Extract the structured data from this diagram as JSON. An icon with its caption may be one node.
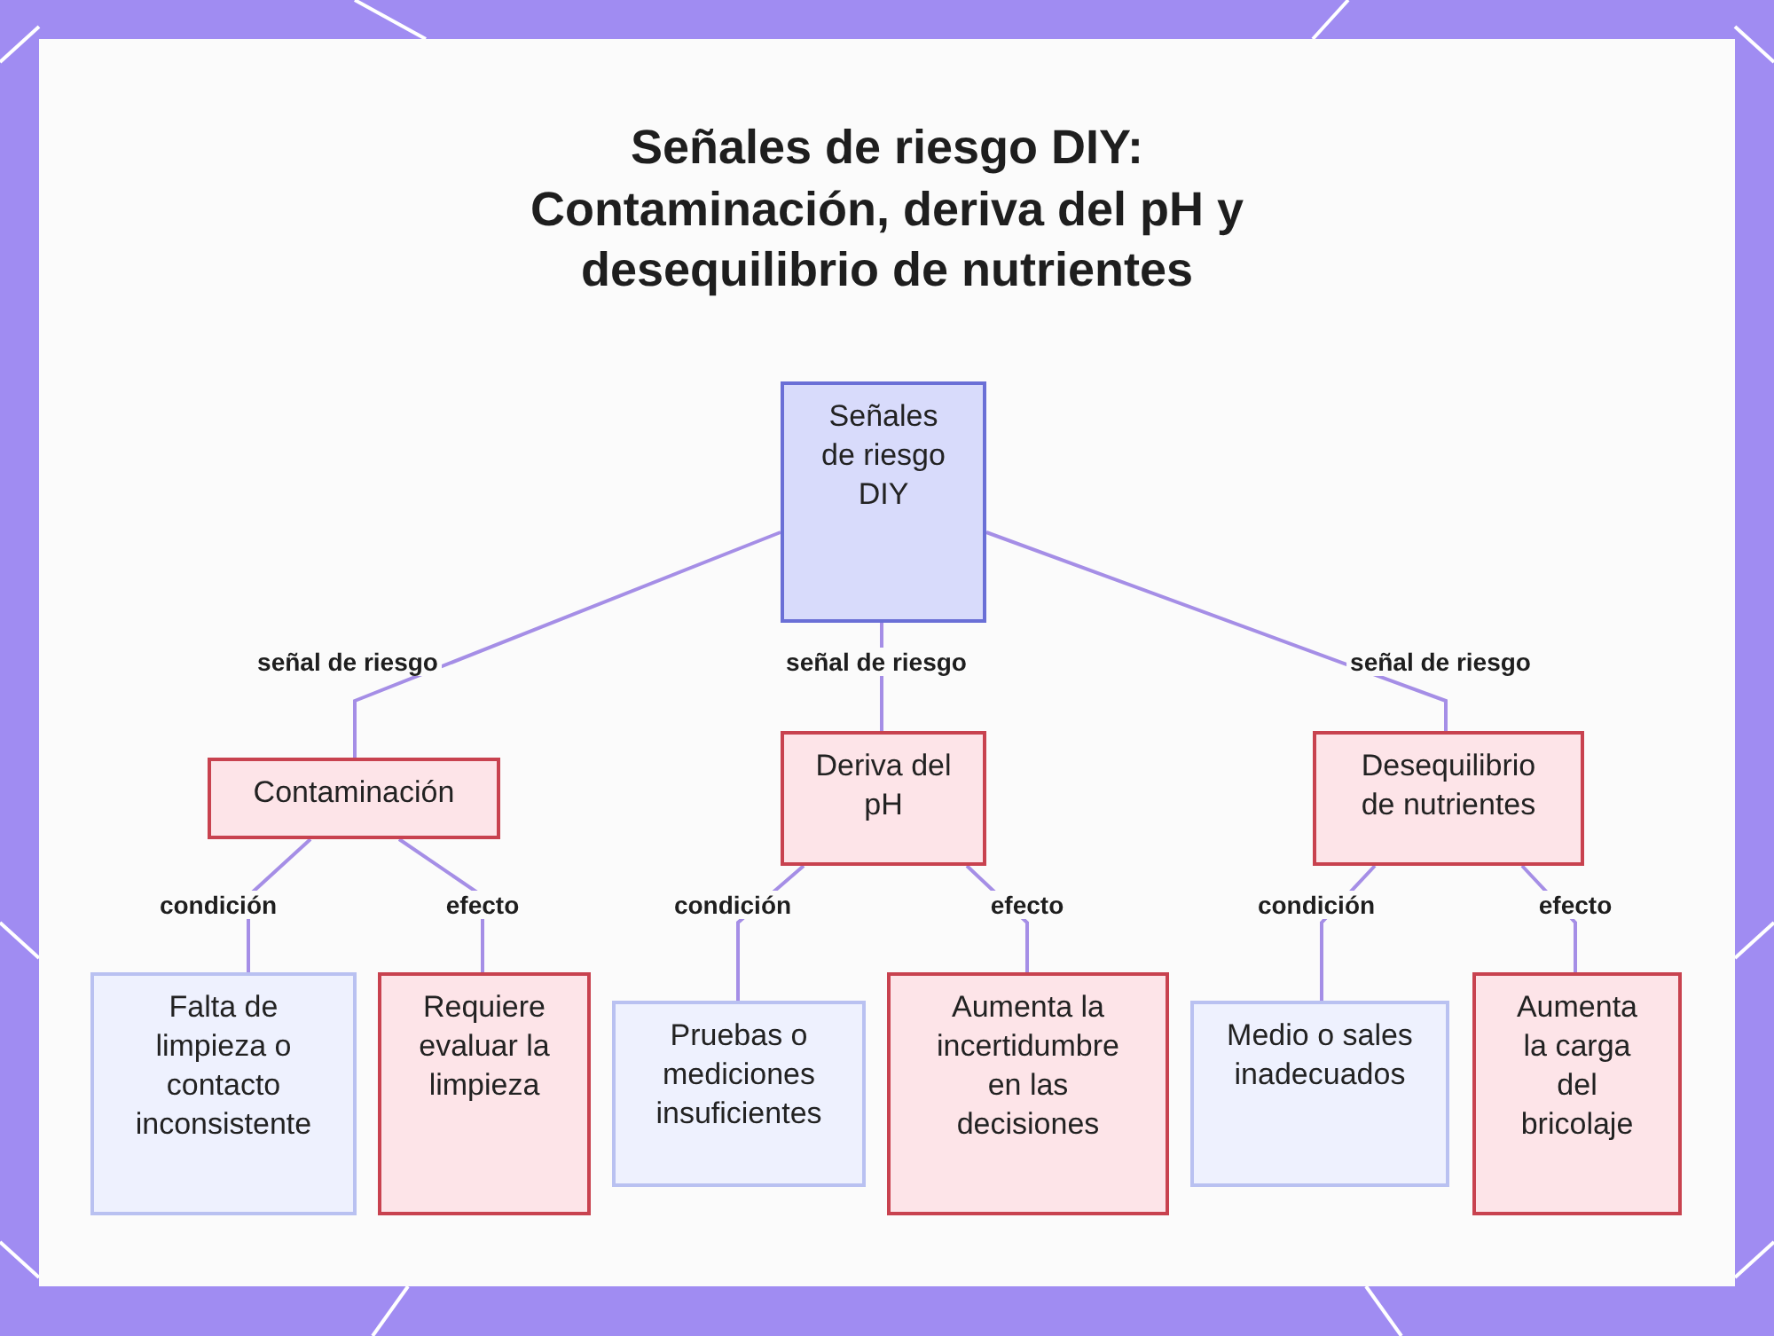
{
  "diagram": {
    "title": "Señales de riesgo DIY: Contaminación, deriva del pH y desequilibrio de nutrientes",
    "nodes": [
      {
        "text": [
          "Señales de riesgo DIY"
        ]
      },
      {
        "text": [
          "Contaminación"
        ]
      },
      {
        "text": [
          "Deriva del pH"
        ]
      },
      {
        "text": [
          "Desequilibrio de nutrientes"
        ]
      },
      {
        "text": [
          "Falta de limpieza o contacto inconsistente"
        ]
      },
      {
        "text": [
          "Requiere evaluar la limpieza"
        ]
      },
      {
        "text": [
          "Pruebas o mediciones insuficientes"
        ]
      },
      {
        "text": [
          "Aumenta la incertidumbre en las decisiones"
        ]
      },
      {
        "text": [
          "Medio o sales inadecuados"
        ]
      },
      {
        "text": [
          "Aumenta la carga del bricolaje"
        ]
      }
    ],
    "edges": [
      {
        "from": 0,
        "to": 1,
        "arrow": "none",
        "label": "señal de riesgo"
      },
      {
        "from": 0,
        "to": 2,
        "arrow": "none",
        "label": "señal de riesgo"
      },
      {
        "from": 0,
        "to": 3,
        "arrow": "none",
        "label": "señal de riesgo"
      },
      {
        "from": 1,
        "to": 4,
        "arrow": "none",
        "label": "condición"
      },
      {
        "from": 1,
        "to": 5,
        "arrow": "none",
        "label": "efecto"
      },
      {
        "from": 2,
        "to": 6,
        "arrow": "none",
        "label": "condición"
      },
      {
        "from": 2,
        "to": 7,
        "arrow": "none",
        "label": "efecto"
      },
      {
        "from": 3,
        "to": 8,
        "arrow": "none",
        "label": "condición"
      },
      {
        "from": 3,
        "to": 9,
        "arrow": "none",
        "label": "efecto"
      }
    ]
  }
}
